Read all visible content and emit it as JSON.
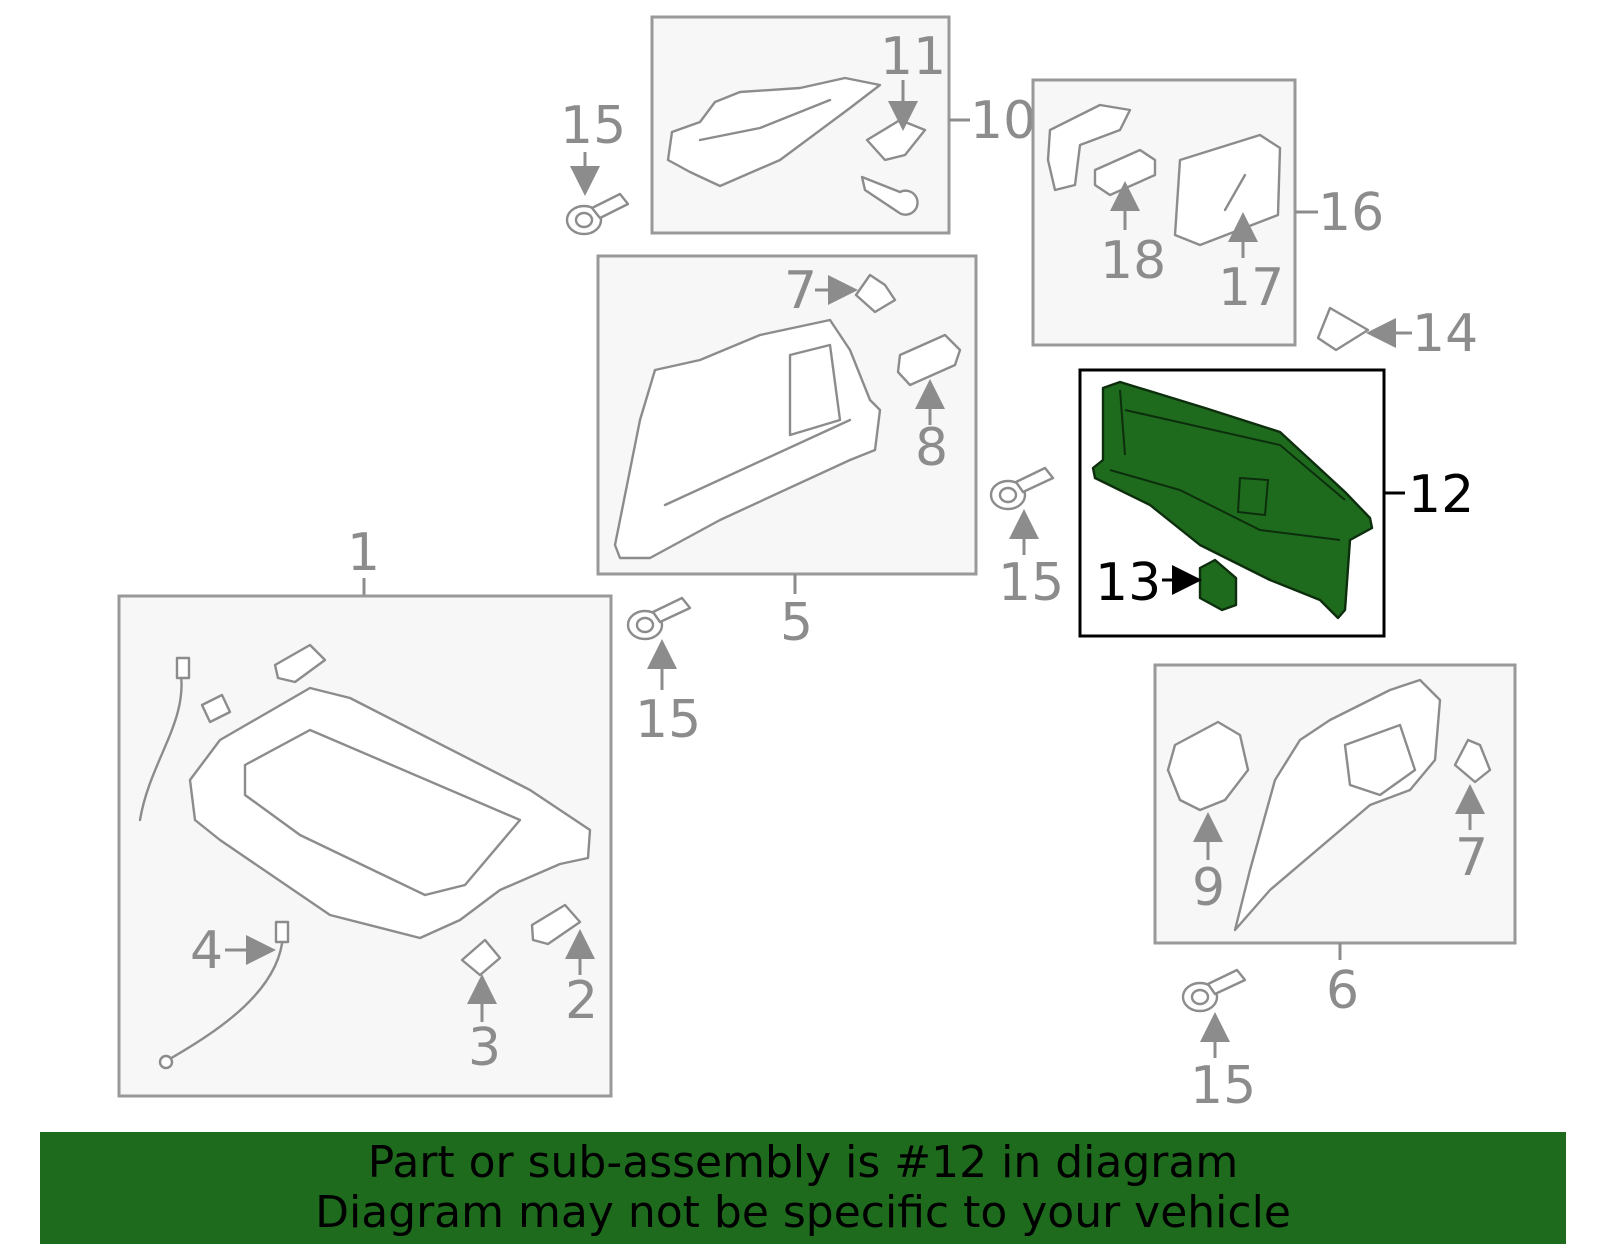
{
  "callouts": {
    "c1": "1",
    "c2": "2",
    "c3": "3",
    "c4": "4",
    "c5": "5",
    "c6": "6",
    "c7a": "7",
    "c7b": "7",
    "c8": "8",
    "c9": "9",
    "c10": "10",
    "c11": "11",
    "c12": "12",
    "c13": "13",
    "c14": "14",
    "c15a": "15",
    "c15b": "15",
    "c15c": "15",
    "c15d": "15",
    "c16": "16",
    "c17": "17",
    "c18": "18"
  },
  "highlighted_part": "12",
  "highlight_color": "#1e6b1e",
  "banner": {
    "line1": "Part or sub-assembly is #12 in diagram",
    "line2": "Diagram may not be specific to your vehicle"
  }
}
